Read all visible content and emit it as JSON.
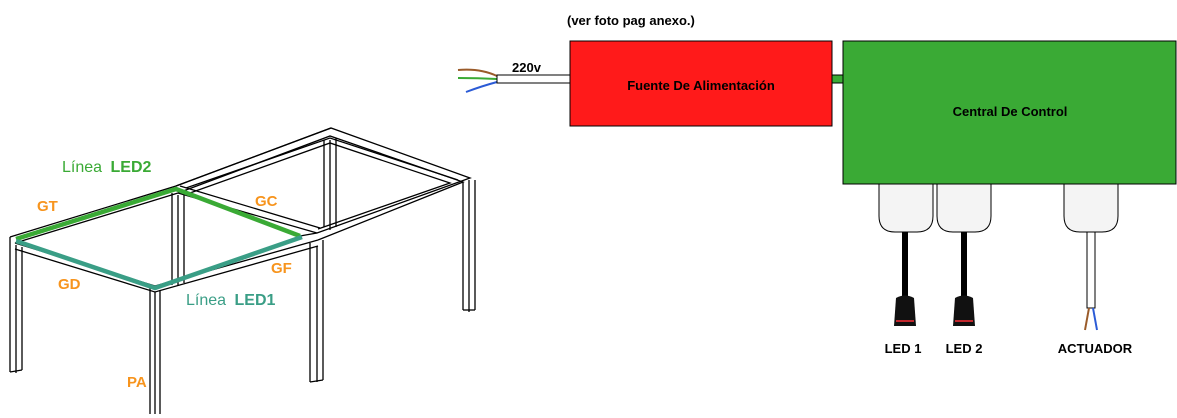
{
  "note": "(ver foto pag anexo.)",
  "power": {
    "voltage_label": "220v",
    "supply_label": "Fuente De Alimentación",
    "supply_color": "#ff1a1a"
  },
  "control": {
    "label": "Central De Control",
    "color": "#3aaa35"
  },
  "outputs": {
    "led1": "LED 1",
    "led2": "LED 2",
    "actuator": "ACTUADOR"
  },
  "pergola": {
    "parts": {
      "gt": "GT",
      "gc": "GC",
      "gd": "GD",
      "gf": "GF",
      "pa": "PA"
    },
    "line_prefix": "Línea",
    "led2_line": {
      "name": "LED2",
      "color": "#3aaa35"
    },
    "led1_line": {
      "name": "LED1",
      "color": "#3a9e86"
    },
    "label_color": "#f7941d"
  }
}
